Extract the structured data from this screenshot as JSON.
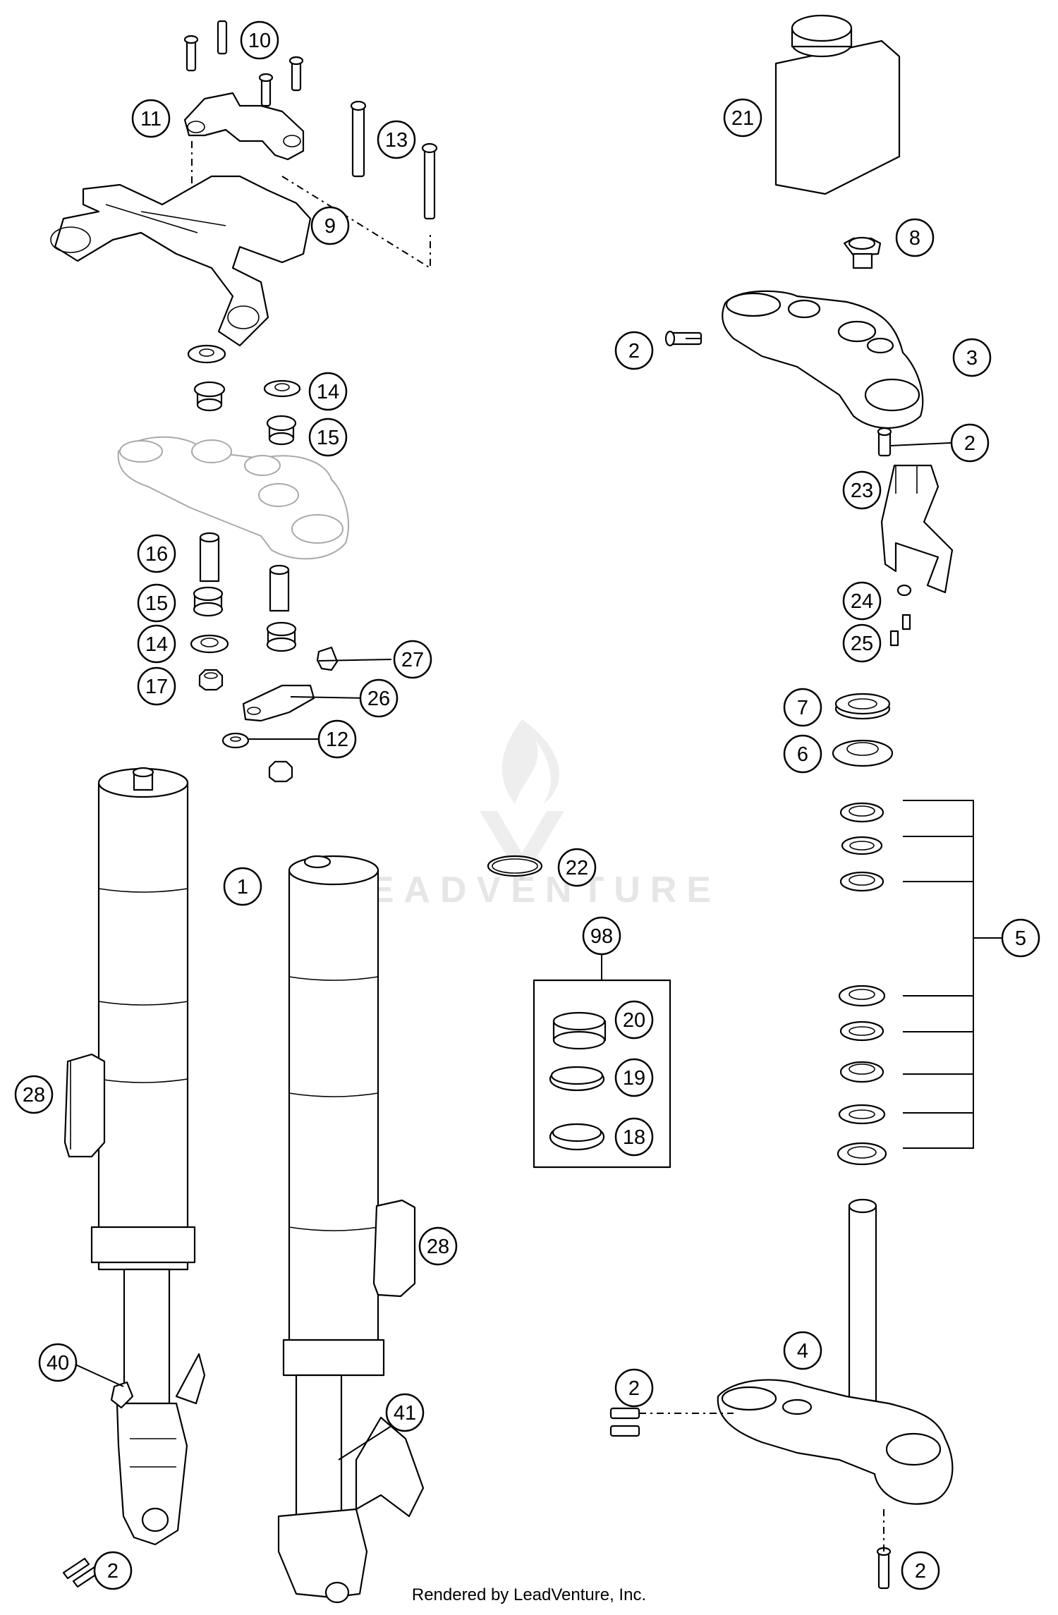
{
  "footer": {
    "text": "Rendered by LeadVenture, Inc."
  },
  "watermark": {
    "text": "LEADVENTURE"
  },
  "callouts": [
    {
      "label": "10"
    },
    {
      "label": "11"
    },
    {
      "label": "13"
    },
    {
      "label": "9"
    },
    {
      "label": "14"
    },
    {
      "label": "15"
    },
    {
      "label": "16"
    },
    {
      "label": "15"
    },
    {
      "label": "14"
    },
    {
      "label": "17"
    },
    {
      "label": "27"
    },
    {
      "label": "26"
    },
    {
      "label": "12"
    },
    {
      "label": "1"
    },
    {
      "label": "28"
    },
    {
      "label": "28"
    },
    {
      "label": "40"
    },
    {
      "label": "41"
    },
    {
      "label": "2"
    },
    {
      "label": "21"
    },
    {
      "label": "8"
    },
    {
      "label": "2"
    },
    {
      "label": "3"
    },
    {
      "label": "2"
    },
    {
      "label": "23"
    },
    {
      "label": "24"
    },
    {
      "label": "25"
    },
    {
      "label": "7"
    },
    {
      "label": "6"
    },
    {
      "label": "5"
    },
    {
      "label": "22"
    },
    {
      "label": "98"
    },
    {
      "label": "20"
    },
    {
      "label": "19"
    },
    {
      "label": "18"
    },
    {
      "label": "4"
    },
    {
      "label": "2"
    },
    {
      "label": "2"
    }
  ],
  "icons": [
    "leadventure-flame-logo"
  ]
}
